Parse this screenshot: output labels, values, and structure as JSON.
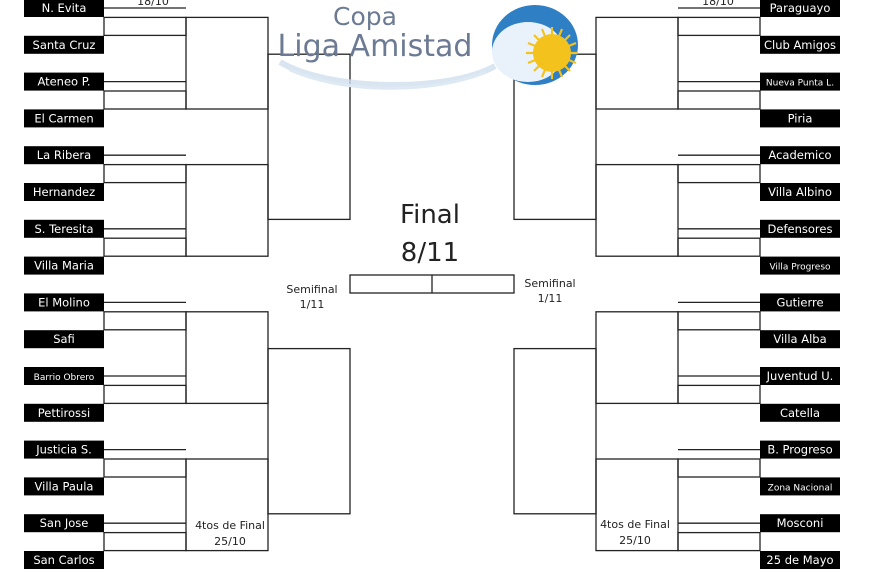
{
  "logo": {
    "line1": "Copa",
    "line2": "Liga Amistad"
  },
  "left_teams": [
    "N. Evita",
    "Santa Cruz",
    "Ateneo P.",
    "El Carmen",
    "La Ribera",
    "Hernandez",
    "S. Teresita",
    "Villa Maria",
    "El Molino",
    "Safi",
    "Barrio Obrero",
    "Pettirossi",
    "Justicia S.",
    "Villa Paula",
    "San Jose",
    "San Carlos"
  ],
  "right_teams": [
    "Paraguayo",
    "Club Amigos",
    "Nueva Punta L.",
    "Piria",
    "Academico",
    "Villa Albino",
    "Defensores",
    "Villa Progreso",
    "Gutierre",
    "Villa Alba",
    "Juventud U.",
    "Catella",
    "B. Progreso",
    "Zona Nacional",
    "Mosconi",
    "25 de Mayo"
  ],
  "labels": {
    "left_round1_date": "18/10",
    "right_round1_date": "18/10",
    "final_title": "Final",
    "final_date": "8/11",
    "semi_left_title": "Semifinal",
    "semi_left_date": "1/11",
    "semi_right_title": "Semifinal",
    "semi_right_date": "1/11",
    "quarters_left_title": "4tos de Final",
    "quarters_left_date": "25/10",
    "quarters_right_title": "4tos de Final",
    "quarters_right_date": "25/10"
  },
  "colors": {
    "team_box": "#000000",
    "team_text": "#ffffff",
    "line": "#222222",
    "logo_text": "#6c7b93",
    "logo_blue": "#2f7fc4",
    "logo_sun": "#f3c21c"
  }
}
